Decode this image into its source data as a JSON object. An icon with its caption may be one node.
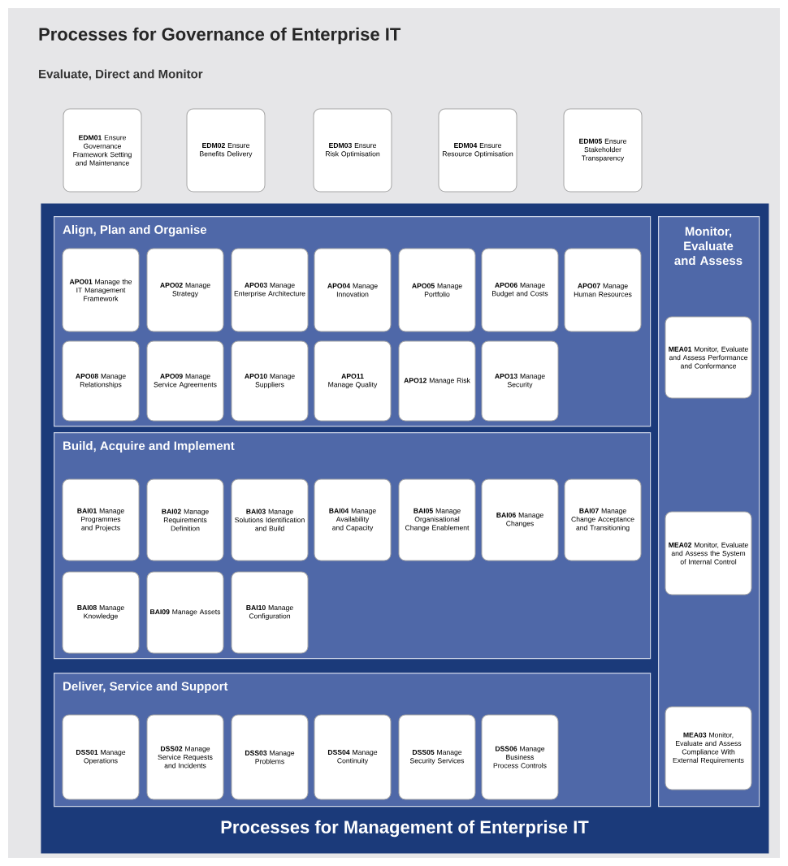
{
  "diagram": {
    "title": "Processes for Governance of Enterprise IT",
    "labels": [
      "Evaluate, Direct and Monitor"
    ],
    "nodes": [
      {
        "text": [
          "**EDM01** Ensure Governance Framework Setting and Maintenance"
        ]
      },
      {
        "text": [
          "**EDM02** Ensure Benefits Delivery"
        ]
      },
      {
        "text": [
          "**EDM03** Ensure Risk Optimisation"
        ]
      },
      {
        "text": [
          "**EDM04** Ensure Resource Optimisation"
        ]
      },
      {
        "text": [
          "**EDM05** Ensure Stakeholder Transparency"
        ]
      },
      {
        "text": [
          "Processes for Management of Enterprise IT"
        ]
      },
      {
        "text": [
          "Align, Plan and Organise"
        ],
        "in": 5
      },
      {
        "text": [
          "**APO01** Manage the IT Management Framework"
        ],
        "in": 6
      },
      {
        "text": [
          "**APO02** Manage Strategy"
        ],
        "in": 6
      },
      {
        "text": [
          "**APO03** Manage Enterprise Architecture"
        ],
        "in": 6
      },
      {
        "text": [
          "**APO04** Manage Innovation"
        ],
        "in": 6
      },
      {
        "text": [
          "**APO05** Manage Portfolio"
        ],
        "in": 6
      },
      {
        "text": [
          "**APO06** Manage Budget and Costs"
        ],
        "in": 6
      },
      {
        "text": [
          "**APO07** Manage Human Resources"
        ],
        "in": 6
      },
      {
        "text": [
          "**APO08** Manage Relationships"
        ],
        "in": 6
      },
      {
        "text": [
          "**APO09** Manage Service Agreements"
        ],
        "in": 6
      },
      {
        "text": [
          "**APO10** Manage Suppliers"
        ],
        "in": 6
      },
      {
        "text": [
          "**APO11** Manage Quality"
        ],
        "in": 6
      },
      {
        "text": [
          "**APO12** Manage Risk"
        ],
        "in": 6
      },
      {
        "text": [
          "**APO13** Manage Security"
        ],
        "in": 6
      },
      {
        "text": [
          "Build, Acquire and Implement"
        ],
        "in": 5
      },
      {
        "text": [
          "**BAI01** Manage Programmes and Projects"
        ],
        "in": 20
      },
      {
        "text": [
          "**BAI02** Manage Requirements Definition"
        ],
        "in": 20
      },
      {
        "text": [
          "**BAI03** Manage Solutions Identification and Build"
        ],
        "in": 20
      },
      {
        "text": [
          "**BAI04** Manage Availability and Capacity"
        ],
        "in": 20
      },
      {
        "text": [
          "**BAI05** Manage Organisational Change Enablement"
        ],
        "in": 20
      },
      {
        "text": [
          "**BAI06** Manage Changes"
        ],
        "in": 20
      },
      {
        "text": [
          "**BAI07** Manage Change Acceptance and Transitioning"
        ],
        "in": 20
      },
      {
        "text": [
          "**BAI08** Manage Knowledge"
        ],
        "in": 20
      },
      {
        "text": [
          "**BAI09** Manage Assets"
        ],
        "in": 20
      },
      {
        "text": [
          "**BAI10** Manage Configuration"
        ],
        "in": 20
      },
      {
        "text": [
          "Deliver, Service and Support"
        ],
        "in": 5
      },
      {
        "text": [
          "**DSS01** Manage Operations"
        ],
        "in": 31
      },
      {
        "text": [
          "**DSS02** Manage Service Requests and Incidents"
        ],
        "in": 31
      },
      {
        "text": [
          "**DSS03** Manage Problems"
        ],
        "in": 31
      },
      {
        "text": [
          "**DSS04** Manage Continuity"
        ],
        "in": 31
      },
      {
        "text": [
          "**DSS05** Manage Security Services"
        ],
        "in": 31
      },
      {
        "text": [
          "**DSS06** Manage Business Process Controls"
        ],
        "in": 31
      },
      {
        "text": [
          "Monitor, Evaluate and Assess"
        ],
        "in": 5
      },
      {
        "text": [
          "**MEA01** Monitor, Evaluate and Assess Performance and Conformance"
        ],
        "in": 38
      },
      {
        "text": [
          "**MEA02** Monitor, Evaluate and Assess the System of Internal Control"
        ],
        "in": 38
      },
      {
        "text": [
          "**MEA03** Monitor, Evaluate and Assess Compliance With External Requirements"
        ],
        "in": 38
      }
    ]
  }
}
